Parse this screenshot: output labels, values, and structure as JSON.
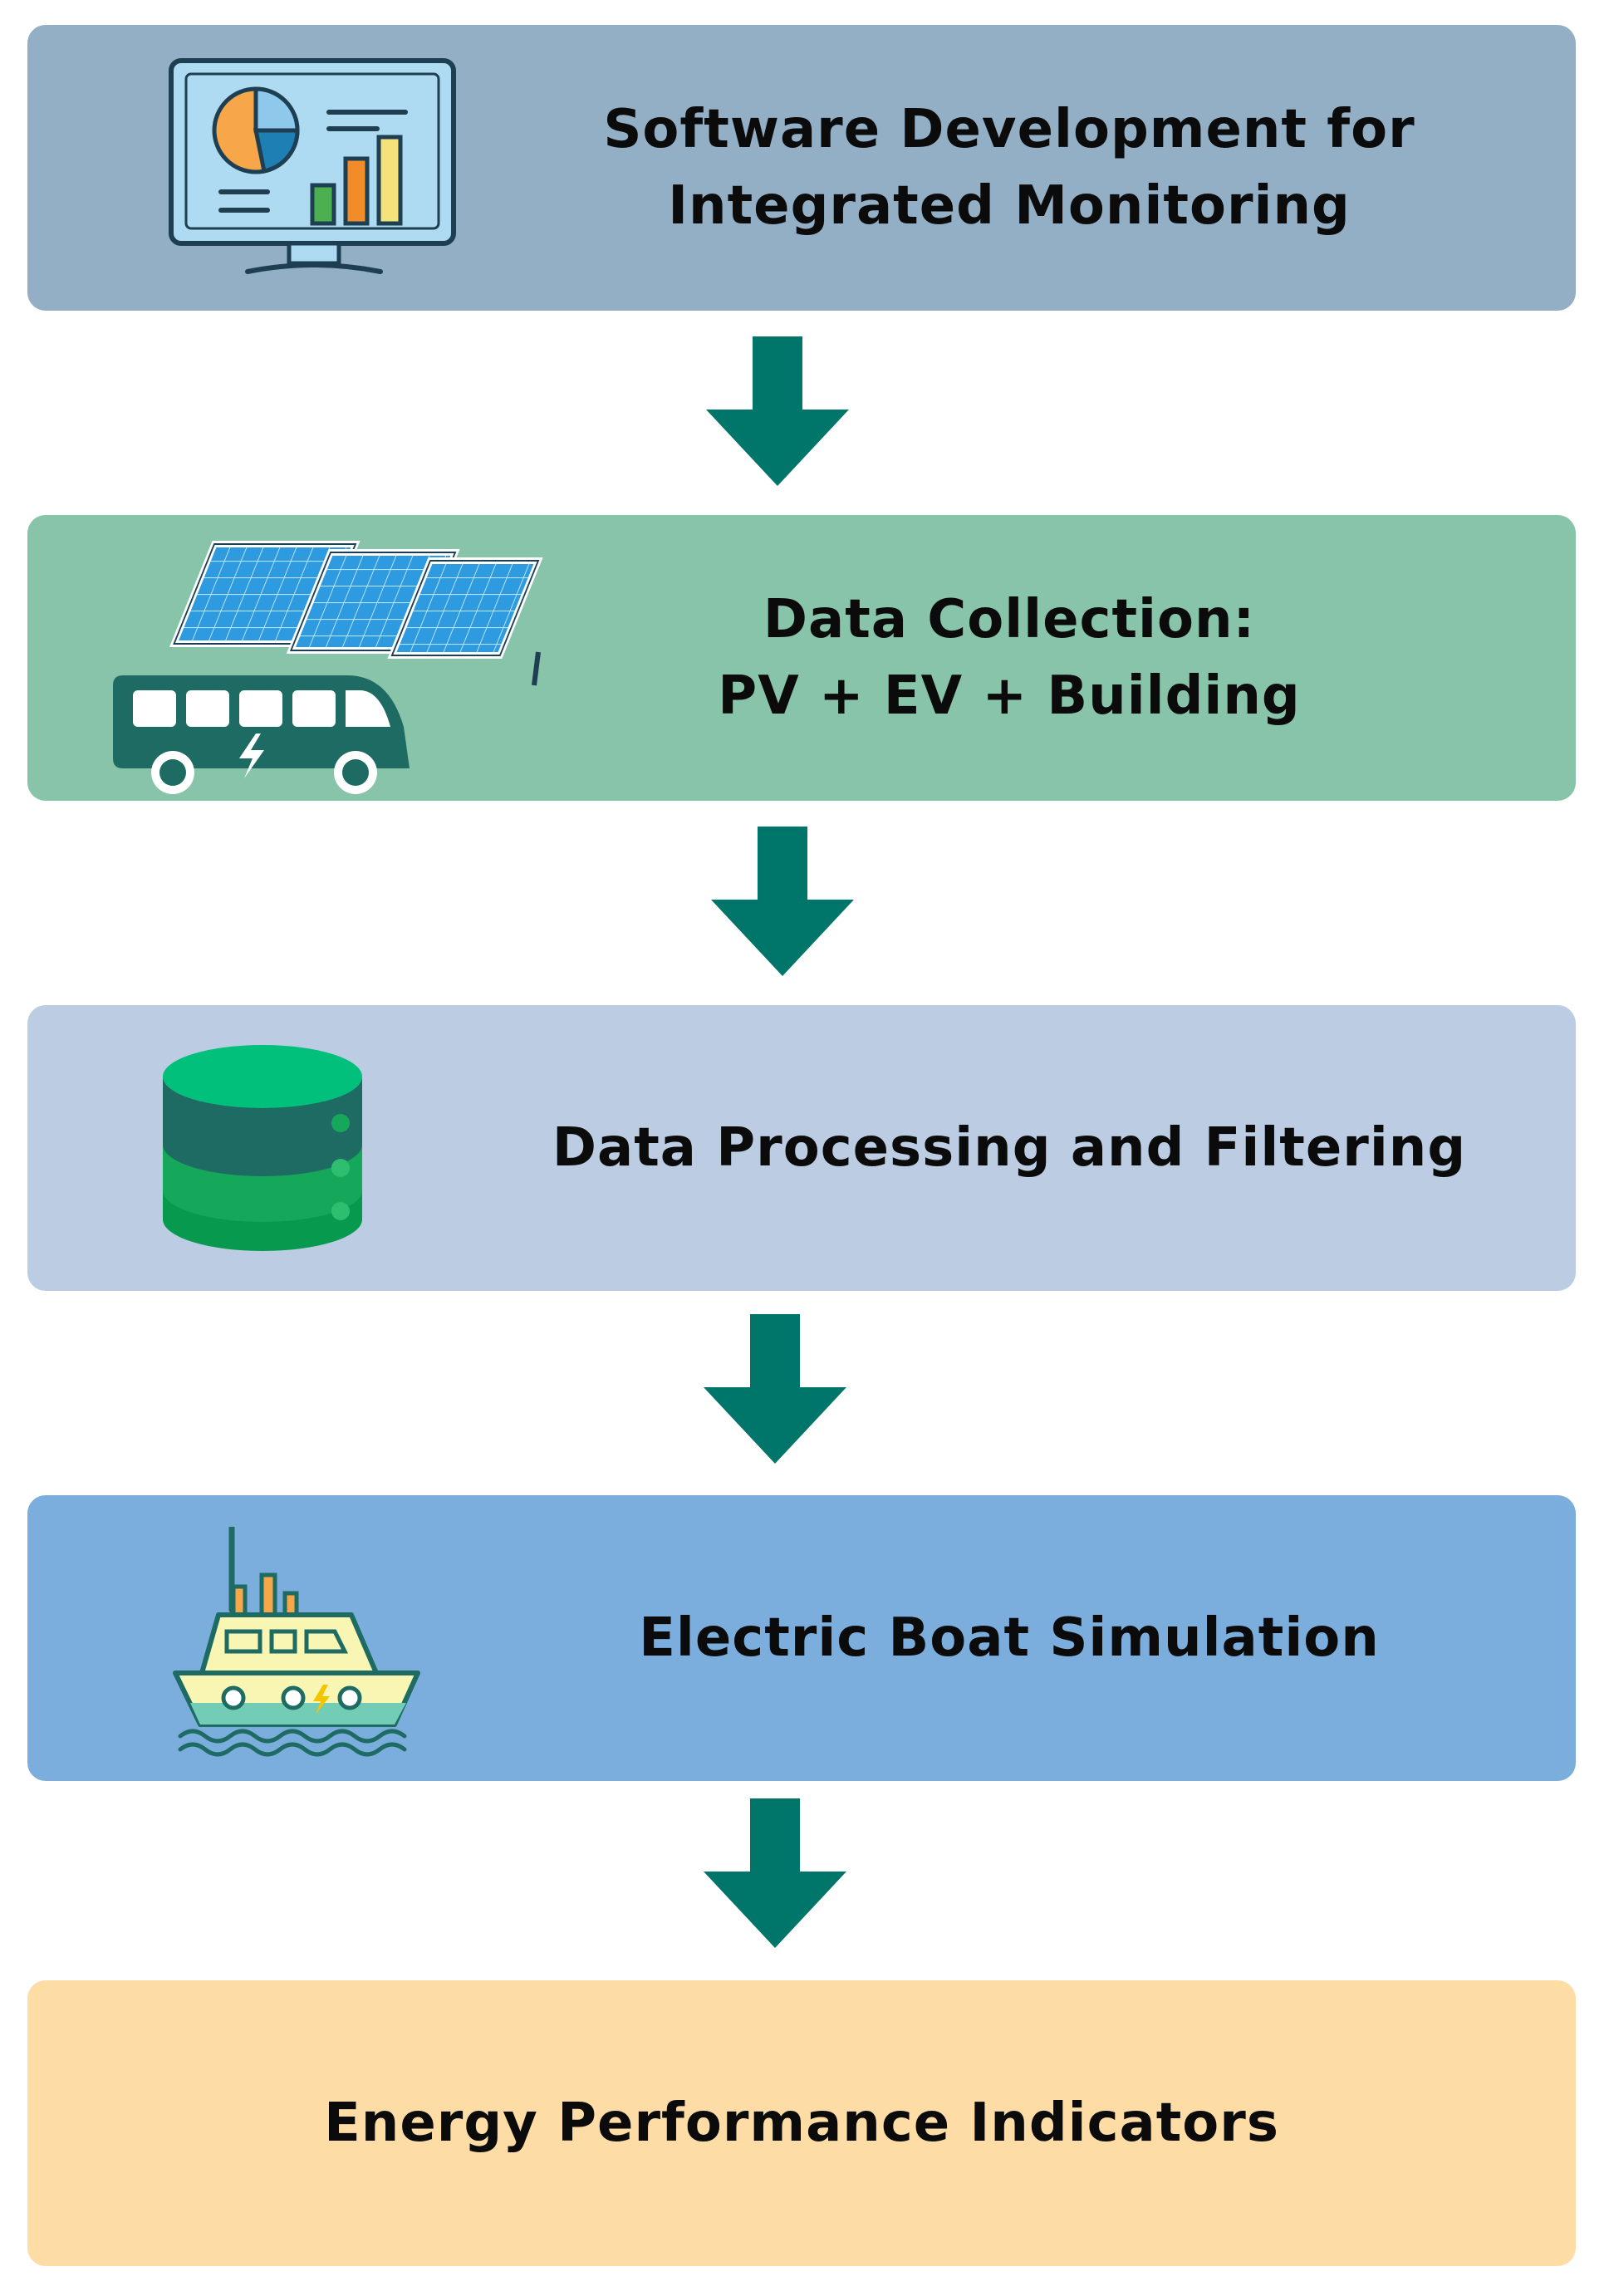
{
  "colors": {
    "arrow": "#00756A",
    "steps": [
      "#93AFC5",
      "#87C4A9",
      "#BCCDE3",
      "#7BAEDC",
      "#FDDDA5"
    ]
  },
  "steps": [
    {
      "lines": [
        "Software Development for",
        "Integrated Monitoring"
      ],
      "icon": "monitor-dashboard-icon"
    },
    {
      "lines": [
        "Data Collection:",
        "PV + EV + Building"
      ],
      "icon": "solar-panels-bus-icon"
    },
    {
      "lines": [
        "Data Processing and Filtering"
      ],
      "icon": "database-icon"
    },
    {
      "lines": [
        "Electric Boat Simulation"
      ],
      "icon": "electric-boat-icon"
    },
    {
      "lines": [
        "Energy Performance Indicators"
      ],
      "icon": ""
    }
  ]
}
